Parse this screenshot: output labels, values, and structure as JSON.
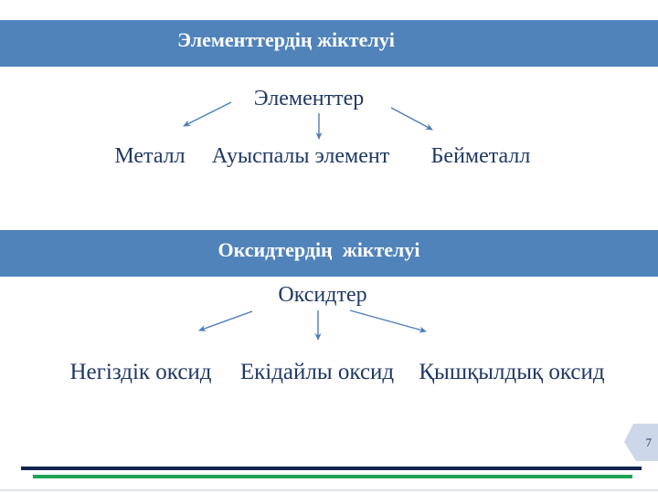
{
  "slide": {
    "page_number": "7",
    "colors": {
      "bar_blue": "#5083ba",
      "title_text": "#ffffff",
      "text_navy": "#1f3864",
      "arrow_blue": "#4d7db8",
      "line_navy": "#14234f",
      "line_green": "#1ca355",
      "line_light": "#dce4ee",
      "badge_bg": "#ccd8e9"
    }
  },
  "sections": [
    {
      "title": "Элементтердің жіктелуі",
      "root": "Элементтер",
      "children": [
        "Металл",
        "Ауыспалы элемент",
        "Бейметалл"
      ]
    },
    {
      "title": "Оксидтердің  жіктелуі",
      "root": "Оксидтер",
      "children": [
        "Негіздік оксид",
        "Екідайлы оксид",
        "Қышқылдық оксид"
      ]
    }
  ]
}
